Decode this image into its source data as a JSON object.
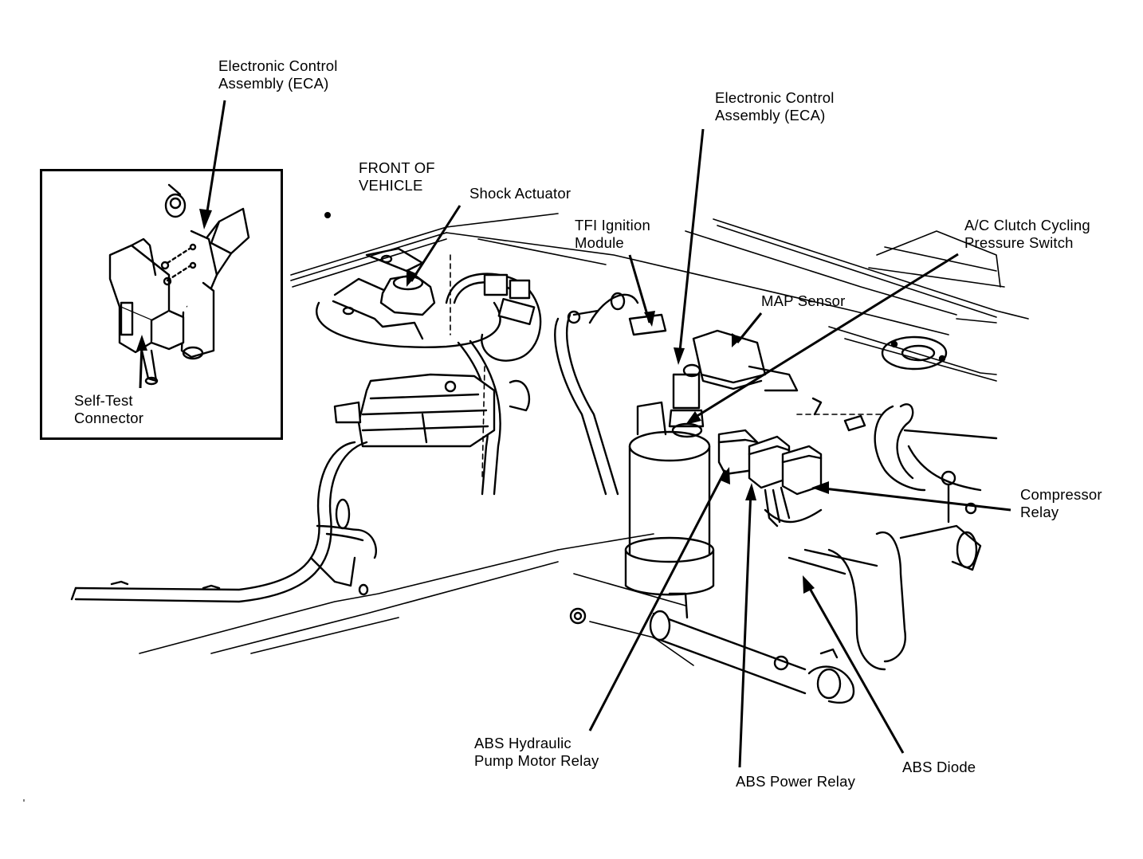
{
  "diagram": {
    "title": "",
    "inset": {
      "eca_label_line1": "Electronic Control",
      "eca_label_line2": "Assembly (ECA)",
      "self_test_line1": "Self-Test",
      "self_test_line2": "Connector"
    },
    "labels": {
      "front_of_vehicle_line1": "FRONT OF",
      "front_of_vehicle_line2": "VEHICLE",
      "shock_actuator": "Shock Actuator",
      "tfi_line1": "TFI Ignition",
      "tfi_line2": "Module",
      "eca_line1": "Electronic Control",
      "eca_line2": "Assembly (ECA)",
      "ac_line1": "A/C Clutch Cycling",
      "ac_line2": "Pressure Switch",
      "map_sensor": "MAP Sensor",
      "compressor_line1": "Compressor",
      "compressor_line2": "Relay",
      "abs_hydraulic_line1": "ABS Hydraulic",
      "abs_hydraulic_line2": "Pump Motor Relay",
      "abs_power_relay": "ABS Power Relay",
      "abs_diode": "ABS Diode"
    }
  }
}
